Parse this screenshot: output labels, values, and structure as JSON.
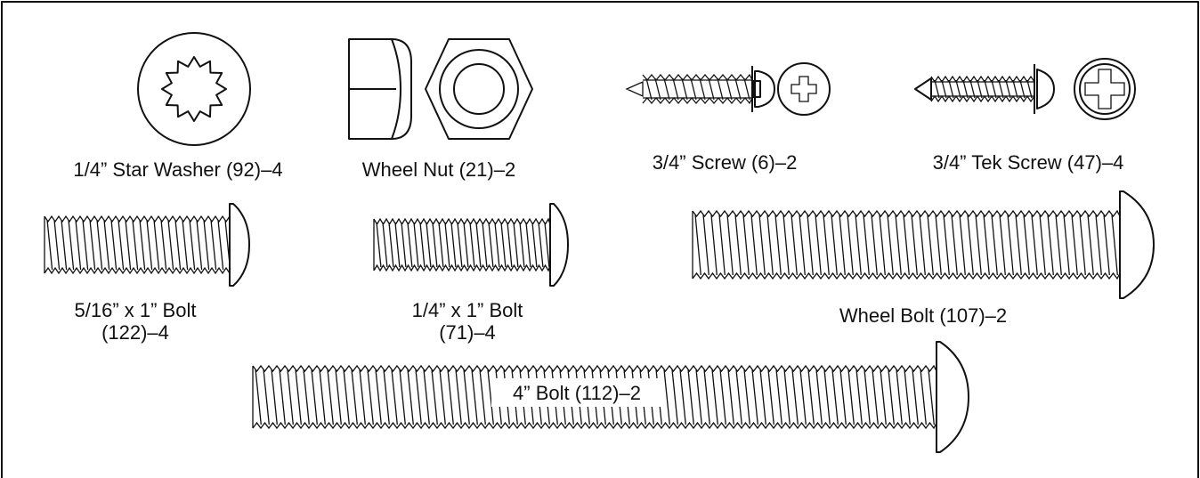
{
  "parts": {
    "star_washer": "1/4” Star Washer (92)–4",
    "wheel_nut": "Wheel Nut (21)–2",
    "screw": "3/4” Screw (6)–2",
    "tek_screw": "3/4” Tek Screw (47)–4",
    "bolt_5_16_line1": "5/16” x 1” Bolt",
    "bolt_5_16_line2": "(122)–4",
    "bolt_1_4_line1": "1/4” x 1” Bolt",
    "bolt_1_4_line2": "(71)–4",
    "wheel_bolt": "Wheel Bolt (107)–2",
    "bolt_4in": "4” Bolt (112)–2"
  },
  "icons": [
    "star-washer-icon",
    "hex-nut-side-icon",
    "hex-nut-top-icon",
    "wood-screw-icon",
    "phillips-head-icon",
    "tek-screw-icon",
    "phillips-head-icon",
    "bolt-icon"
  ]
}
